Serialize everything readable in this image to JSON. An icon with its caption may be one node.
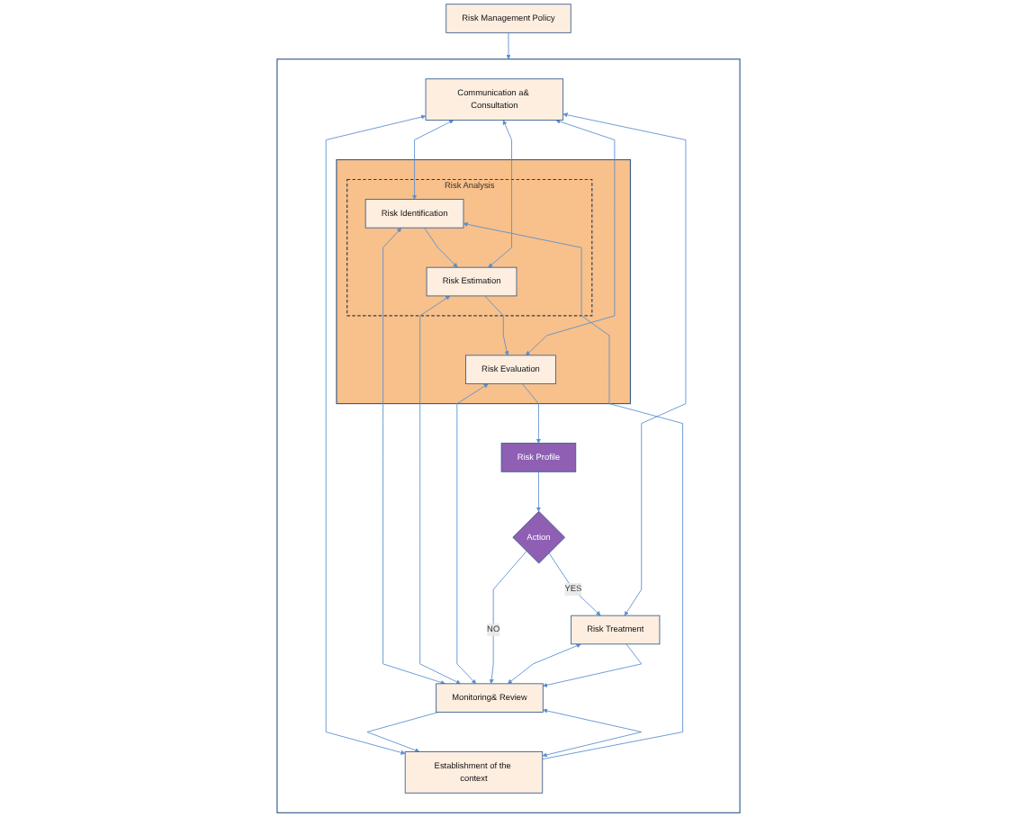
{
  "diagram": {
    "nodes": [
      {
        "text": [
          "Risk Management Policy"
        ]
      },
      {
        "text": [],
        "shape": "box"
      },
      {
        "text": [
          "Communication a& Consultation"
        ],
        "in": 1
      },
      {
        "text": [
          "Establishment of the context"
        ],
        "in": 1
      },
      {
        "text": [],
        "shape": "box",
        "in": 1
      },
      {
        "text": [
          "Risk Analysis"
        ],
        "in": 4
      },
      {
        "text": [
          "Risk Identification"
        ],
        "in": 5
      },
      {
        "text": [
          "Risk Estimation"
        ],
        "in": 5
      },
      {
        "text": [
          "Risk Evaluation"
        ],
        "in": 4
      },
      {
        "text": [
          "Risk Profile"
        ],
        "in": 1
      },
      {
        "text": [
          "Action"
        ],
        "in": 1
      },
      {
        "text": [
          "Risk Treatment"
        ],
        "in": 1
      },
      {
        "text": [
          "Monitoring& Review"
        ],
        "in": 1
      }
    ],
    "edges": [
      {
        "from": 0,
        "to": 1,
        "arrow": "to"
      },
      {
        "from": 2,
        "to": 3,
        "arrow": "both"
      },
      {
        "from": 3,
        "to": 12,
        "arrow": "both"
      },
      {
        "from": 3,
        "to": 6,
        "arrow": "to"
      },
      {
        "from": 2,
        "to": 6,
        "arrow": "both"
      },
      {
        "from": 6,
        "to": 12,
        "arrow": "both"
      },
      {
        "from": 6,
        "to": 7,
        "arrow": "to"
      },
      {
        "from": 2,
        "to": 7,
        "arrow": "both"
      },
      {
        "from": 7,
        "to": 12,
        "arrow": "both"
      },
      {
        "from": 7,
        "to": 8,
        "arrow": "to"
      },
      {
        "from": 2,
        "to": 8,
        "arrow": "both"
      },
      {
        "from": 8,
        "to": 12,
        "arrow": "both"
      },
      {
        "from": 8,
        "to": 9,
        "arrow": "to"
      },
      {
        "from": 9,
        "to": 10,
        "arrow": "to"
      },
      {
        "from": 10,
        "to": 12,
        "label": "NO",
        "arrow": "to"
      },
      {
        "from": 10,
        "to": 11,
        "label": "YES",
        "arrow": "to"
      },
      {
        "from": 2,
        "to": 11,
        "arrow": "both"
      },
      {
        "from": 11,
        "to": 12,
        "arrow": "both"
      },
      {
        "from": 11,
        "to": 12,
        "arrow": "to"
      },
      {
        "from": 12,
        "to": 3,
        "arrow": "to"
      }
    ]
  }
}
